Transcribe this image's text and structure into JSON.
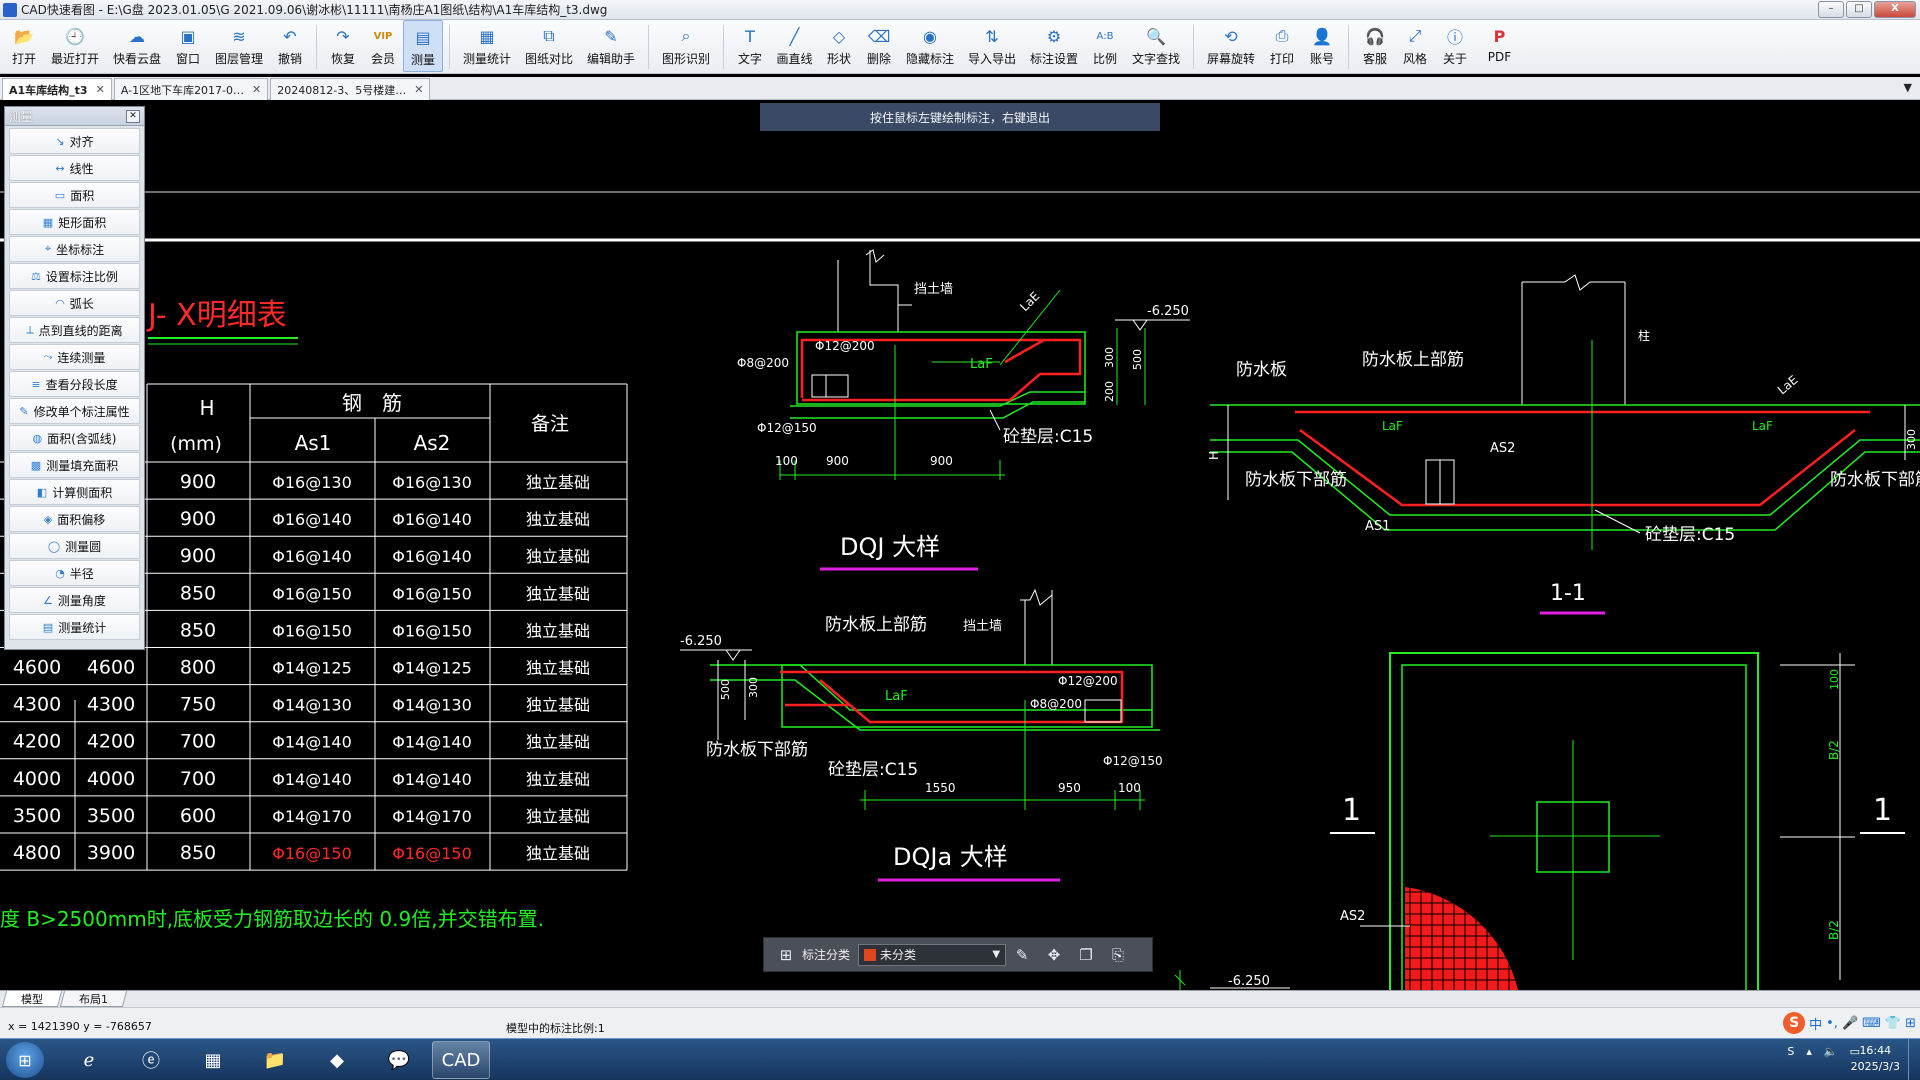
{
  "window": {
    "title": "CAD快速看图 - E:\\G盘 2023.01.05\\G 2021.09.06\\谢冰彬\\11111\\南杨庄A1图纸\\结构\\A1车库结构_t3.dwg",
    "controls": [
      "–",
      "□",
      "X"
    ]
  },
  "toolbar": {
    "items": [
      {
        "label": "打开",
        "icon": "folder-open-icon",
        "glyph": "📂"
      },
      {
        "label": "最近打开",
        "icon": "clock-icon",
        "glyph": "🕘"
      },
      {
        "label": "快看云盘",
        "icon": "cloud-icon",
        "glyph": "☁"
      },
      {
        "label": "窗口",
        "icon": "window-icon",
        "glyph": "▣"
      },
      {
        "label": "图层管理",
        "icon": "layers-icon",
        "glyph": "≋"
      },
      {
        "label": "撤销",
        "icon": "undo-icon",
        "glyph": "↶"
      },
      {
        "label": "恢复",
        "icon": "redo-icon",
        "glyph": "↷"
      },
      {
        "label": "会员",
        "icon": "vip-icon",
        "glyph": "VIP"
      },
      {
        "label": "测量",
        "icon": "measure-icon",
        "glyph": "▤",
        "active": true
      },
      {
        "label": "测量统计",
        "icon": "measure-stats-icon",
        "glyph": "▦"
      },
      {
        "label": "图纸对比",
        "icon": "compare-icon",
        "glyph": "⧉"
      },
      {
        "label": "编辑助手",
        "icon": "edit-assistant-icon",
        "glyph": "✎"
      },
      {
        "label": "图形识别",
        "icon": "shape-recognize-icon",
        "glyph": "⌕"
      },
      {
        "label": "文字",
        "icon": "text-icon",
        "glyph": "T"
      },
      {
        "label": "画直线",
        "icon": "line-icon",
        "glyph": "╱"
      },
      {
        "label": "形状",
        "icon": "shape-icon",
        "glyph": "◇"
      },
      {
        "label": "删除",
        "icon": "eraser-icon",
        "glyph": "⌫"
      },
      {
        "label": "隐藏标注",
        "icon": "hide-eye-icon",
        "glyph": "◉"
      },
      {
        "label": "导入导出",
        "icon": "import-export-icon",
        "glyph": "⇅"
      },
      {
        "label": "标注设置",
        "icon": "annotation-settings-icon",
        "glyph": "⚙"
      },
      {
        "label": "比例",
        "icon": "scale-icon",
        "glyph": "A:B"
      },
      {
        "label": "文字查找",
        "icon": "text-search-icon",
        "glyph": "🔍"
      },
      {
        "label": "屏幕旋转",
        "icon": "rotate-icon",
        "glyph": "⟲"
      },
      {
        "label": "打印",
        "icon": "print-icon",
        "glyph": "⎙"
      },
      {
        "label": "账号",
        "icon": "account-icon",
        "glyph": "👤"
      },
      {
        "label": "客服",
        "icon": "headset-icon",
        "glyph": "🎧"
      },
      {
        "label": "风格",
        "icon": "style-icon",
        "glyph": "⤢"
      },
      {
        "label": "关于",
        "icon": "info-icon",
        "glyph": "ⓘ"
      },
      {
        "label": "PDF",
        "icon": "pdf-icon",
        "glyph": "P"
      }
    ]
  },
  "tabs": [
    {
      "label": "A1车库结构_t3",
      "active": true
    },
    {
      "label": "A-1区地下车库2017-0…"
    },
    {
      "label": "20240812-3、5号楼建…"
    }
  ],
  "hint": "按住鼠标左键绘制标注，右键退出",
  "panel": {
    "title": "测量",
    "items": [
      "对齐",
      "线性",
      "面积",
      "矩形面积",
      "坐标标注",
      "设置标注比例",
      "弧长",
      "点到直线的距离",
      "连续测量",
      "查看分段长度",
      "修改单个标注属性",
      "面积(含弧线)",
      "测量填充面积",
      "计算侧面积",
      "面积偏移",
      "测量圆",
      "半径",
      "测量角度",
      "测量统计"
    ]
  },
  "drawing": {
    "table_title": "J- X明细表",
    "headers": {
      "h": "H",
      "h_unit": "(mm)",
      "rebar": "钢　筋",
      "as1": "As1",
      "as2": "As2",
      "remark": "备注"
    },
    "rows": [
      {
        "c1": "",
        "c2": "",
        "h": "900",
        "as1": "Φ16@130",
        "as2": "Φ16@130",
        "remark": "独立基础"
      },
      {
        "c1": "",
        "c2": "",
        "h": "900",
        "as1": "Φ16@140",
        "as2": "Φ16@140",
        "remark": "独立基础"
      },
      {
        "c1": "",
        "c2": "",
        "h": "900",
        "as1": "Φ16@140",
        "as2": "Φ16@140",
        "remark": "独立基础"
      },
      {
        "c1": "",
        "c2": "",
        "h": "850",
        "as1": "Φ16@150",
        "as2": "Φ16@150",
        "remark": "独立基础"
      },
      {
        "c1": "",
        "c2": "",
        "h": "850",
        "as1": "Φ16@150",
        "as2": "Φ16@150",
        "remark": "独立基础"
      },
      {
        "c1": "4600",
        "c2": "4600",
        "h": "800",
        "as1": "Φ14@125",
        "as2": "Φ14@125",
        "remark": "独立基础"
      },
      {
        "c1": "4300",
        "c2": "4300",
        "h": "750",
        "as1": "Φ14@130",
        "as2": "Φ14@130",
        "remark": "独立基础"
      },
      {
        "c1": "4200",
        "c2": "4200",
        "h": "700",
        "as1": "Φ14@140",
        "as2": "Φ14@140",
        "remark": "独立基础"
      },
      {
        "c1": "4000",
        "c2": "4000",
        "h": "700",
        "as1": "Φ14@140",
        "as2": "Φ14@140",
        "remark": "独立基础"
      },
      {
        "c1": "3500",
        "c2": "3500",
        "h": "600",
        "as1": "Φ14@170",
        "as2": "Φ14@170",
        "remark": "独立基础"
      },
      {
        "c1": "4800",
        "c2": "3900",
        "h": "850",
        "as1": "Φ16@150",
        "as2": "Φ16@150",
        "remark": "独立基础",
        "highlight": true
      }
    ],
    "note": "度 B>2500mm时,底板受力钢筋取边长的 0.9倍,并交错布置.",
    "dqj": {
      "title": "DQJ 大样",
      "wall": "挡土墙",
      "elev": "-6.250",
      "laf": "LaF",
      "lae": "LaE",
      "r1": "Φ12@200",
      "r2": "Φ8@200",
      "r3": "Φ12@150",
      "pad": "砼垫层:C15",
      "d100": "100",
      "d900a": "900",
      "d900b": "900",
      "d300": "300",
      "d500": "500",
      "d200": "200"
    },
    "dqja": {
      "title": "DQJa 大样",
      "elev": "-6.250",
      "top": "防水板上部筋",
      "bottom": "防水板下部筋",
      "wall": "挡土墙",
      "r1": "Φ12@200",
      "r2": "Φ8@200",
      "r3": "Φ12@150",
      "laf": "LaF",
      "pad": "砼垫层:C15",
      "d1550": "1550",
      "d950": "950",
      "d100": "100",
      "d500": "500",
      "d300": "300"
    },
    "sec": {
      "title": "1-1",
      "slab": "防水板",
      "top": "防水板上部筋",
      "bottom_l": "防水板下部筋",
      "bottom_r": "防水板下部筋",
      "laf_l": "LaF",
      "laf_r": "LaF",
      "lae": "LaE",
      "as1": "AS1",
      "as2": "AS2",
      "pad": "砼垫层:C15",
      "h": "H",
      "col": "柱",
      "d300": "300"
    },
    "plan": {
      "mark_l": "1",
      "mark_r": "1",
      "b2a": "B/2",
      "b2b": "B/2",
      "d100": "100",
      "as2": "AS2",
      "elev": "-6.250"
    }
  },
  "annobar": {
    "label": "标注分类",
    "value": "未分类"
  },
  "layout_tabs": [
    "模型",
    "布局1"
  ],
  "status": {
    "coords": "x = 1421390  y = -768657",
    "scale": "模型中的标注比例:1"
  },
  "taskbar": {
    "apps": [
      "ie-icon",
      "browser-icon",
      "calculator-icon",
      "explorer-icon",
      "feishu-icon",
      "wechat-icon",
      "cad-icon"
    ],
    "time": "16:44",
    "date": "2025/3/3"
  }
}
